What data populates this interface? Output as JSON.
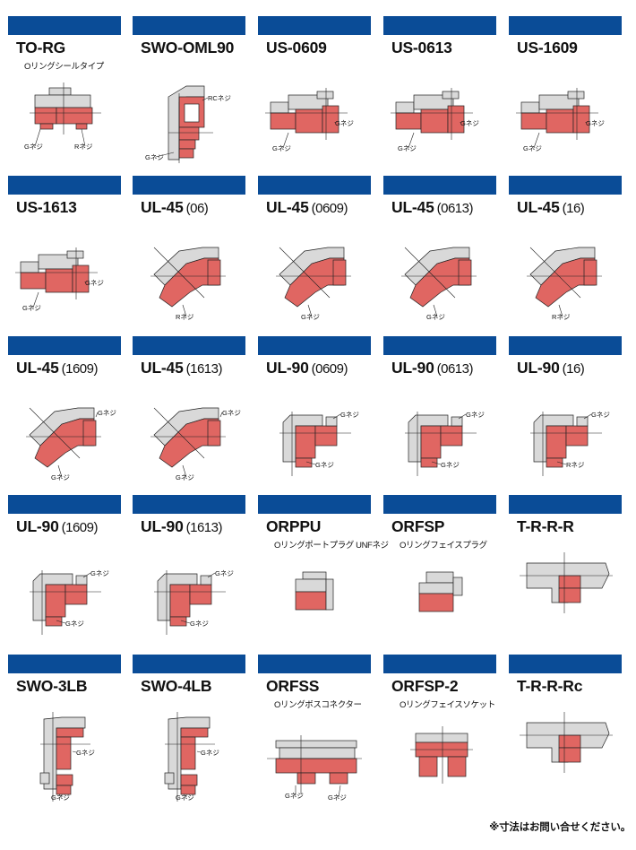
{
  "colors": {
    "bar": "#0a4c97",
    "red": "#e06662",
    "gray": "#d9d9d9",
    "line": "#222222"
  },
  "cells": [
    {
      "title": "TO-RG",
      "sub": "",
      "subtitle": "Oリングシールタイプ",
      "labels": [
        "Gネジ",
        "Rネジ"
      ],
      "icon": "straight-adapter-icon"
    },
    {
      "title": "SWO-OML90",
      "sub": "",
      "subtitle": "",
      "labels": [
        "RCネジ",
        "Gネジ"
      ],
      "icon": "swivel-elbow-icon"
    },
    {
      "title": "US-0609",
      "sub": "",
      "subtitle": "",
      "labels": [
        "Gネジ",
        "Gネジ"
      ],
      "icon": "union-straight-icon"
    },
    {
      "title": "US-0613",
      "sub": "",
      "subtitle": "",
      "labels": [
        "Gネジ",
        "Gネジ"
      ],
      "icon": "union-straight-icon"
    },
    {
      "title": "US-1609",
      "sub": "",
      "subtitle": "",
      "labels": [
        "Gネジ",
        "Gネジ"
      ],
      "icon": "union-straight-icon"
    },
    {
      "title": "US-1613",
      "sub": "",
      "subtitle": "",
      "labels": [
        "Gネジ",
        "Gネジ"
      ],
      "icon": "union-straight-icon"
    },
    {
      "title": "UL-45",
      "sub": "(06)",
      "subtitle": "",
      "labels": [
        "Rネジ"
      ],
      "icon": "elbow-45-icon"
    },
    {
      "title": "UL-45",
      "sub": "(0609)",
      "subtitle": "",
      "labels": [
        "Gネジ"
      ],
      "icon": "elbow-45-icon"
    },
    {
      "title": "UL-45",
      "sub": "(0613)",
      "subtitle": "",
      "labels": [
        "Gネジ"
      ],
      "icon": "elbow-45-icon"
    },
    {
      "title": "UL-45",
      "sub": "(16)",
      "subtitle": "",
      "labels": [
        "Rネジ"
      ],
      "icon": "elbow-45-icon"
    },
    {
      "title": "UL-45",
      "sub": "(1609)",
      "subtitle": "",
      "labels": [
        "Gネジ",
        "Gネジ"
      ],
      "icon": "elbow-45-icon"
    },
    {
      "title": "UL-45",
      "sub": "(1613)",
      "subtitle": "",
      "labels": [
        "Gネジ",
        "Gネジ"
      ],
      "icon": "elbow-45-icon"
    },
    {
      "title": "UL-90",
      "sub": "(0609)",
      "subtitle": "",
      "labels": [
        "Gネジ",
        "Gネジ"
      ],
      "icon": "elbow-90-icon"
    },
    {
      "title": "UL-90",
      "sub": "(0613)",
      "subtitle": "",
      "labels": [
        "Gネジ",
        "Gネジ"
      ],
      "icon": "elbow-90-icon"
    },
    {
      "title": "UL-90",
      "sub": "(16)",
      "subtitle": "",
      "labels": [
        "Gネジ",
        "Rネジ"
      ],
      "icon": "elbow-90-icon"
    },
    {
      "title": "UL-90",
      "sub": "(1609)",
      "subtitle": "",
      "labels": [
        "Gネジ",
        "Gネジ"
      ],
      "icon": "elbow-90-icon"
    },
    {
      "title": "UL-90",
      "sub": "(1613)",
      "subtitle": "",
      "labels": [
        "Gネジ",
        "Gネジ"
      ],
      "icon": "elbow-90-icon"
    },
    {
      "title": "ORPPU",
      "sub": "",
      "subtitle": "Oリングポートプラグ UNFネジ",
      "labels": [],
      "icon": "port-plug-icon"
    },
    {
      "title": "ORFSP",
      "sub": "",
      "subtitle": "Oリングフェイスプラグ",
      "labels": [],
      "icon": "face-plug-icon"
    },
    {
      "title": "T-R-R-R",
      "sub": "",
      "subtitle": "",
      "labels": [],
      "icon": "tee-icon"
    },
    {
      "title": "SWO-3LB",
      "sub": "",
      "subtitle": "",
      "labels": [
        "Gネジ",
        "Gネジ"
      ],
      "icon": "swivel-long-elbow-icon"
    },
    {
      "title": "SWO-4LB",
      "sub": "",
      "subtitle": "",
      "labels": [
        "Gネジ",
        "Gネジ"
      ],
      "icon": "swivel-long-elbow-icon"
    },
    {
      "title": "ORFSS",
      "sub": "",
      "subtitle": "Oリングボスコネクター",
      "labels": [
        "Gネジ",
        "Gネジ"
      ],
      "icon": "boss-connector-icon"
    },
    {
      "title": "ORFSP-2",
      "sub": "",
      "subtitle": "Oリングフェイスソケット",
      "labels": [],
      "icon": "face-socket-icon"
    },
    {
      "title": "T-R-R-Rc",
      "sub": "",
      "subtitle": "",
      "labels": [],
      "icon": "tee-icon"
    }
  ],
  "footer": "※寸法はお問い合せください。"
}
